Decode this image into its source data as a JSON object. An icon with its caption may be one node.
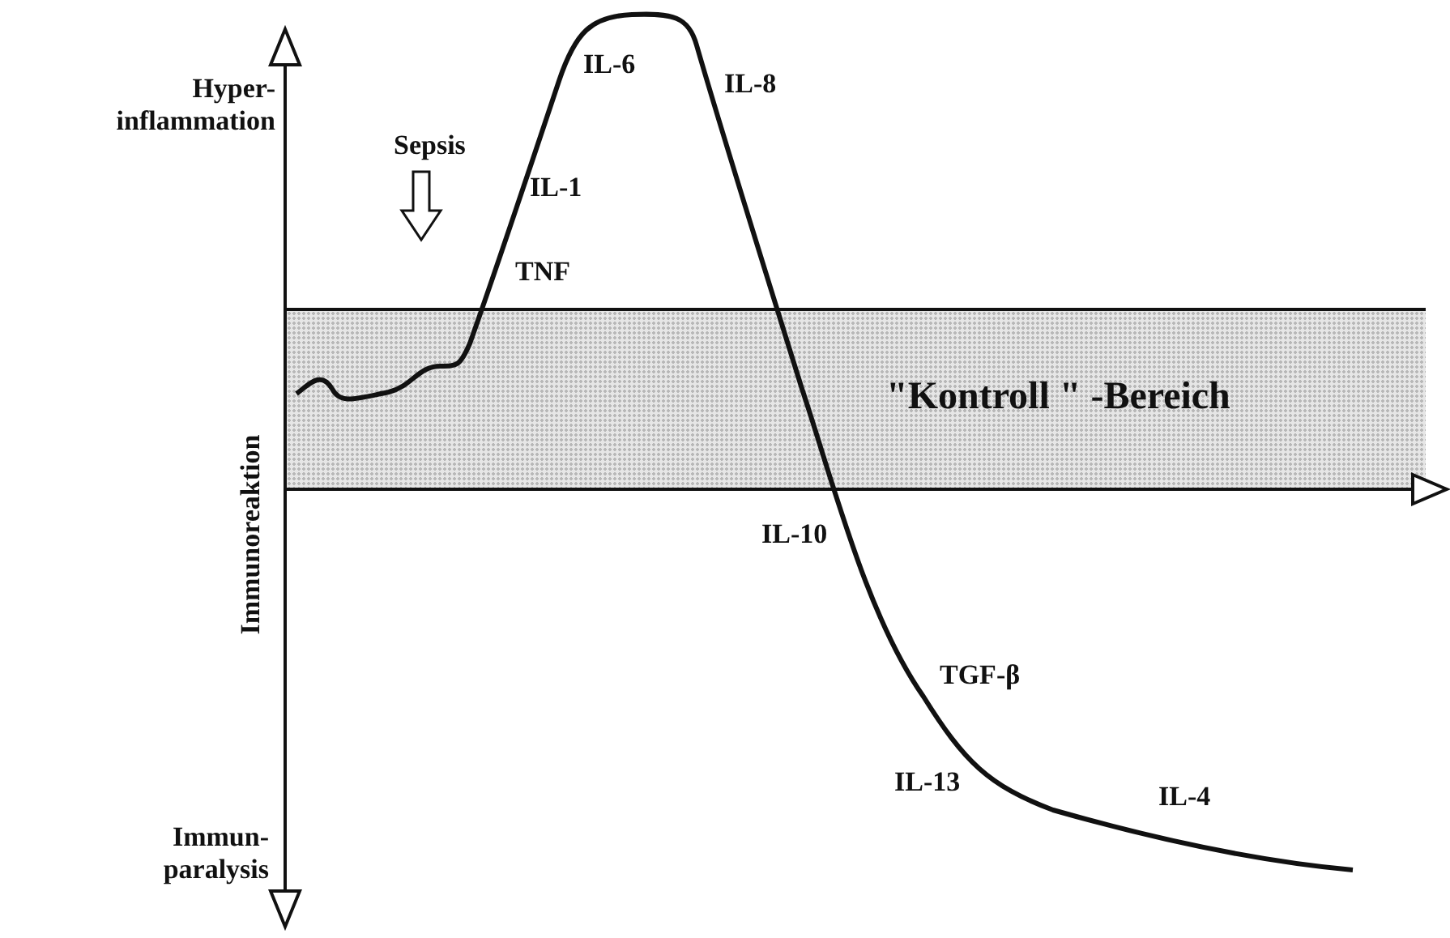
{
  "diagram": {
    "nodes": [
      {
        "text": [
          "\"Kontroll \" -Bereich"
        ]
      }
    ],
    "edges": [],
    "labels": [
      "Hyper- inflammation",
      "IL-6",
      "IL-8",
      "Sepsis",
      "IL-1",
      "TNF",
      "Immunoreaktion",
      "IL-10",
      "TGF-β",
      "IL-13",
      "IL-4",
      "Immun- paralysis"
    ]
  }
}
